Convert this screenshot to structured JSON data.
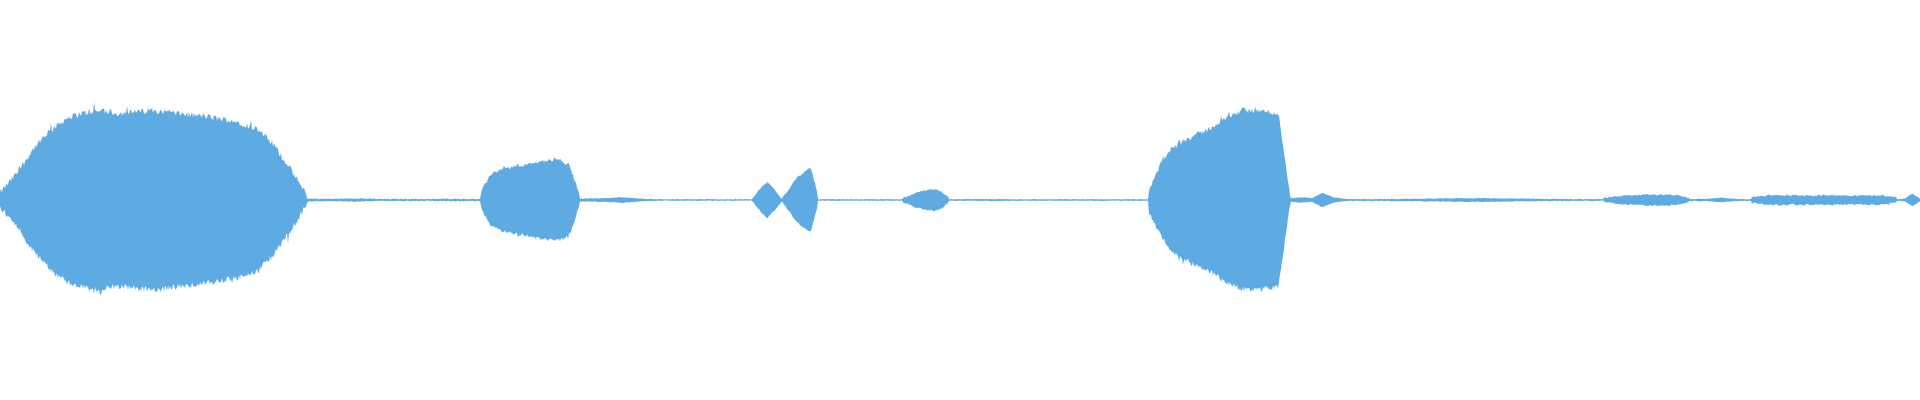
{
  "waveform": {
    "color": "#5dabe2",
    "background": "#ffffff",
    "segments": [
      {
        "type": "envelope",
        "start": 0.0,
        "end": 0.16,
        "levels": [
          0.08,
          0.3,
          0.58,
          0.78,
          0.92,
          0.97,
          0.99,
          0.96,
          0.98,
          1.0,
          0.97,
          0.95,
          0.93,
          0.9,
          0.86,
          0.8,
          0.62,
          0.35,
          0.05
        ],
        "jitter": 0.035,
        "spikes": true
      },
      {
        "type": "envelope",
        "start": 0.16,
        "end": 0.25,
        "levels": [
          0.015,
          0.012,
          0.018,
          0.01,
          0.012,
          0.01,
          0.014,
          0.01
        ],
        "jitter": 0.005
      },
      {
        "type": "envelope",
        "start": 0.25,
        "end": 0.302,
        "levels": [
          0.06,
          0.28,
          0.34,
          0.36,
          0.38,
          0.4,
          0.43,
          0.44,
          0.45,
          0.38,
          0.05
        ],
        "jitter": 0.018,
        "spikes": true
      },
      {
        "type": "envelope",
        "start": 0.302,
        "end": 0.392,
        "levels": [
          0.015,
          0.02,
          0.03,
          0.012,
          0.008,
          0.008,
          0.008,
          0.008,
          0.008
        ],
        "jitter": 0.004
      },
      {
        "type": "envelope",
        "start": 0.392,
        "end": 0.426,
        "levels": [
          0.02,
          0.12,
          0.2,
          0.12,
          0.02,
          0.12,
          0.24,
          0.3,
          0.36,
          0.06
        ],
        "jitter": 0.01
      },
      {
        "type": "envelope",
        "start": 0.426,
        "end": 0.47,
        "levels": [
          0.008,
          0.008,
          0.008,
          0.008,
          0.008,
          0.008
        ],
        "jitter": 0.003
      },
      {
        "type": "envelope",
        "start": 0.47,
        "end": 0.494,
        "levels": [
          0.02,
          0.05,
          0.08,
          0.1,
          0.11,
          0.12,
          0.09,
          0.03
        ],
        "jitter": 0.008
      },
      {
        "type": "envelope",
        "start": 0.494,
        "end": 0.598,
        "levels": [
          0.008,
          0.01,
          0.008,
          0.008,
          0.008,
          0.008,
          0.008
        ],
        "jitter": 0.003
      },
      {
        "type": "envelope",
        "start": 0.598,
        "end": 0.672,
        "levels": [
          0.1,
          0.38,
          0.58,
          0.66,
          0.72,
          0.78,
          0.86,
          0.94,
          0.99,
          1.0,
          0.98,
          0.96,
          0.05
        ],
        "jitter": 0.03,
        "spikes": true
      },
      {
        "type": "envelope",
        "start": 0.672,
        "end": 0.7,
        "levels": [
          0.02,
          0.03,
          0.02,
          0.08,
          0.03,
          0.015
        ],
        "jitter": 0.004
      },
      {
        "type": "envelope",
        "start": 0.7,
        "end": 0.835,
        "levels": [
          0.01,
          0.01,
          0.012,
          0.015,
          0.02,
          0.02,
          0.015,
          0.012,
          0.01,
          0.01
        ],
        "jitter": 0.004
      },
      {
        "type": "envelope",
        "start": 0.835,
        "end": 0.88,
        "levels": [
          0.02,
          0.04,
          0.05,
          0.055,
          0.06,
          0.06,
          0.06,
          0.05,
          0.02
        ],
        "jitter": 0.008
      },
      {
        "type": "envelope",
        "start": 0.88,
        "end": 0.912,
        "levels": [
          0.01,
          0.012,
          0.025,
          0.012,
          0.01
        ],
        "jitter": 0.004
      },
      {
        "type": "envelope",
        "start": 0.912,
        "end": 0.988,
        "levels": [
          0.03,
          0.05,
          0.055,
          0.05,
          0.052,
          0.05,
          0.055,
          0.05,
          0.05,
          0.052,
          0.05,
          0.03
        ],
        "jitter": 0.01
      },
      {
        "type": "envelope",
        "start": 0.988,
        "end": 1.0,
        "levels": [
          0.01,
          0.015,
          0.07,
          0.015
        ],
        "jitter": 0.004
      }
    ]
  }
}
